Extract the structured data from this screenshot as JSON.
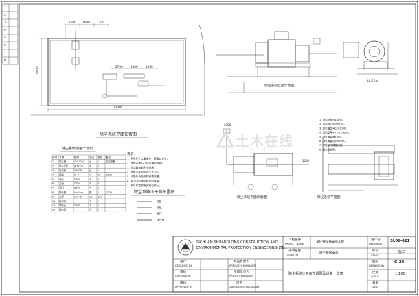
{
  "drawing": {
    "plan_title": "除尘系统平面布置图",
    "plan_dims": {
      "top_a": "1600",
      "top_b": "1600",
      "top_c": "1200",
      "left": "8000",
      "mid_a": "2700",
      "mid_b": "1600",
      "mid_c": "1000",
      "bottom": "13000"
    },
    "plan_title_2": "除尘系统②平面布置图",
    "equipment_title": "除尘系统设备一览表",
    "equipment_headers": [
      "序号",
      "名称",
      "型号",
      "单位",
      "数量",
      "备注"
    ],
    "equipment_rows": [
      [
        "1",
        "除尘器",
        "CN-1000",
        "台",
        "1",
        "定型设备"
      ],
      [
        "2",
        "离心风机",
        "4-72-11",
        "台",
        "1",
        ""
      ],
      [
        "3",
        "电动机",
        "Y160M",
        "台",
        "1",
        ""
      ],
      [
        "4",
        "风管",
        "δ=3",
        "m",
        "45",
        "Q235"
      ],
      [
        "5",
        "弯头",
        "D500",
        "个",
        "8",
        ""
      ],
      [
        "6",
        "三通",
        "D500",
        "个",
        "3",
        ""
      ],
      [
        "7",
        "阀门",
        "D500",
        "个",
        "2",
        ""
      ],
      [
        "8",
        "排气筒",
        "H=15m",
        "根",
        "1",
        "Q235"
      ],
      [
        "9",
        "支架",
        "L50×5",
        "kg",
        "120",
        ""
      ],
      [
        "10",
        "检修门",
        "",
        "个",
        "2",
        ""
      ],
      [
        "11",
        "软接头",
        "D500",
        "个",
        "2",
        ""
      ],
      [
        "12",
        "吸尘罩",
        "",
        "个",
        "2",
        ""
      ]
    ],
    "notes_title": "说明：",
    "notes": [
      "1. 图中尺寸以毫米计，标高以米计。",
      "2. 风管采用δ=3mm钢板焊制。",
      "3. 除尘器基础由土建施工。",
      "4. 风管支架间距不大于3m。",
      "5. 风管外表面刷防锈漆两遍。",
      "6. 施工中如遇问题及时联系。",
      "7. 未尽事宜按有关规范执行。"
    ],
    "legend_title": "除尘系统②平面布置图",
    "legend": [
      {
        "label": "风管"
      },
      {
        "label": "风机"
      },
      {
        "label": "阀门"
      },
      {
        "label": "排气筒"
      }
    ],
    "section_1_title": "除尘系统立面示意图",
    "section_2_title": "除尘系统平面示意图",
    "section_3_title": "除尘系统平面图",
    "side_notes": [
      "1. 电机功率为15kW。",
      "2. 风量为12000m³/h。",
      "3. 除尘器型号CN-1000。",
      "4. 风机型号4-72-11No6C。",
      "5. 排气筒高度15m。",
      "6. 排气筒直径500mm。",
      "7. 风管采用螺旋风管。",
      "8. 其余见说明。"
    ],
    "elevation_labels": [
      "H=15m",
      "2000",
      "1000"
    ]
  },
  "left_strip": {
    "rows": [
      "1",
      "2",
      "3",
      "4",
      "5",
      "6",
      "7",
      "8"
    ]
  },
  "title_block": {
    "company_cn": "SICHUAN SHUANGLONG CONSTRUCTION AND",
    "company_en": "ENVIRONMENTAL PROTECTION ENGINEERING LTD.",
    "rows": [
      {
        "label": "设计",
        "label_en": "DESIGNED BY",
        "role": "专业负责人",
        "role_en": "SPECIALTY MANAGER"
      },
      {
        "label": "校核",
        "label_en": "CHECKED BY",
        "role": "项目负责人",
        "role_en": "PROJECT MANAGER"
      },
      {
        "label": "审核",
        "label_en": "APPROVED BY",
        "role": "审定",
        "role_en": "CHARGED/RECHECKED BY"
      }
    ],
    "project_label": "工程名称",
    "project_label_en": "PROJECT NAME",
    "project_value": "某环保设备安装工程",
    "item_label": "子项名称",
    "item_label_en": "SUBITEM",
    "item_value": "除尘系统安装",
    "sheet_title": "除尘系统②平面布置图及设备一览表",
    "design_no_label": "设计号",
    "design_no_label_en": "DESIGN No.",
    "design_no_value": "SL06-021",
    "stage_label": "阶段",
    "stage_label_en": "STAGE",
    "stage_value": "施工",
    "drawing_no_label": "图号",
    "drawing_no_label_en": "DRAWING No.",
    "drawing_no_value": "G-25",
    "scale_label": "比例",
    "scale_label_en": "SCALE",
    "scale_value": "1:100",
    "date_label": "日期",
    "date_label_en": "DATE"
  },
  "watermark": {
    "text": "土木在线",
    "sub": "COI88"
  }
}
